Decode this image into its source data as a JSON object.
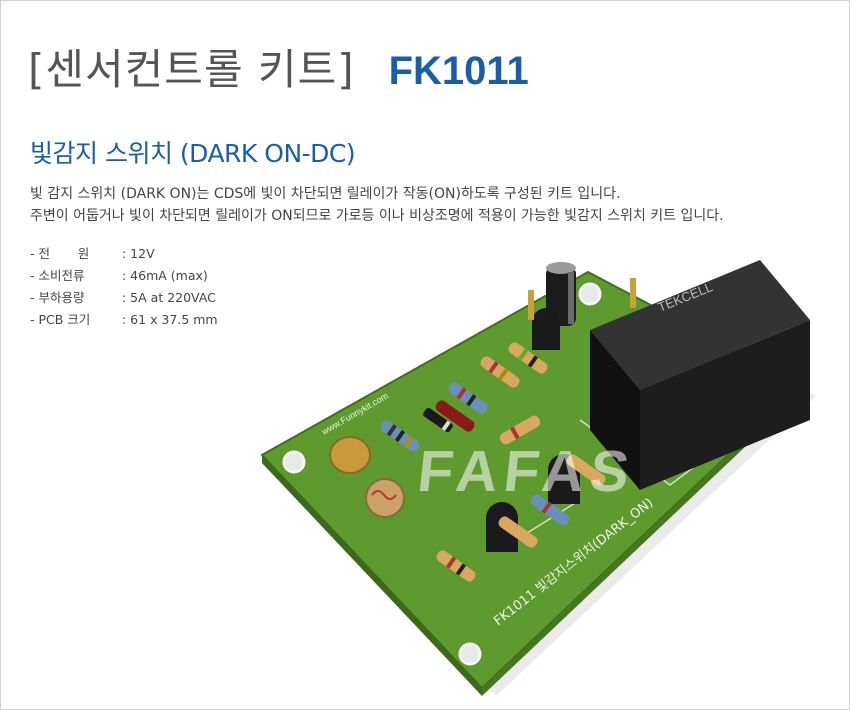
{
  "header": {
    "kit_title": "[센서컨트롤 키트]",
    "model": "FK1011"
  },
  "product": {
    "title": "빛감지 스위치 (DARK ON-DC)"
  },
  "description": {
    "line1": "빛 감지 스위치 (DARK ON)는 CDS에 빛이 차단되면 릴레이가 작동(ON)하도록 구성된 키트 입니다.",
    "line2": "주변이 어둡거나 빛이 차단되면 릴레이가 ON되므로 가로등 이나 비상조명에 적용이 가능한 빛감지 스위치 키트 입니다."
  },
  "specs": [
    {
      "label": "- 전       원",
      "value": ": 12V"
    },
    {
      "label": "- 소비전류",
      "value": ": 46mA (max)"
    },
    {
      "label": "- 부하용량",
      "value": ": 5A at 220VAC"
    },
    {
      "label": "- PCB 크기",
      "value": ": 61 x 37.5 mm"
    }
  ],
  "photo": {
    "board_text": "FK1011 빛감지스위치(DARK_ON)",
    "board_url": "www.Funnykit.com",
    "relay_brand": "TEKCELL",
    "watermark": "FAFAS",
    "colors": {
      "pcb": "#5f9a2e",
      "relay": "#1d1d1d",
      "accent": "#1a5ea8"
    }
  }
}
